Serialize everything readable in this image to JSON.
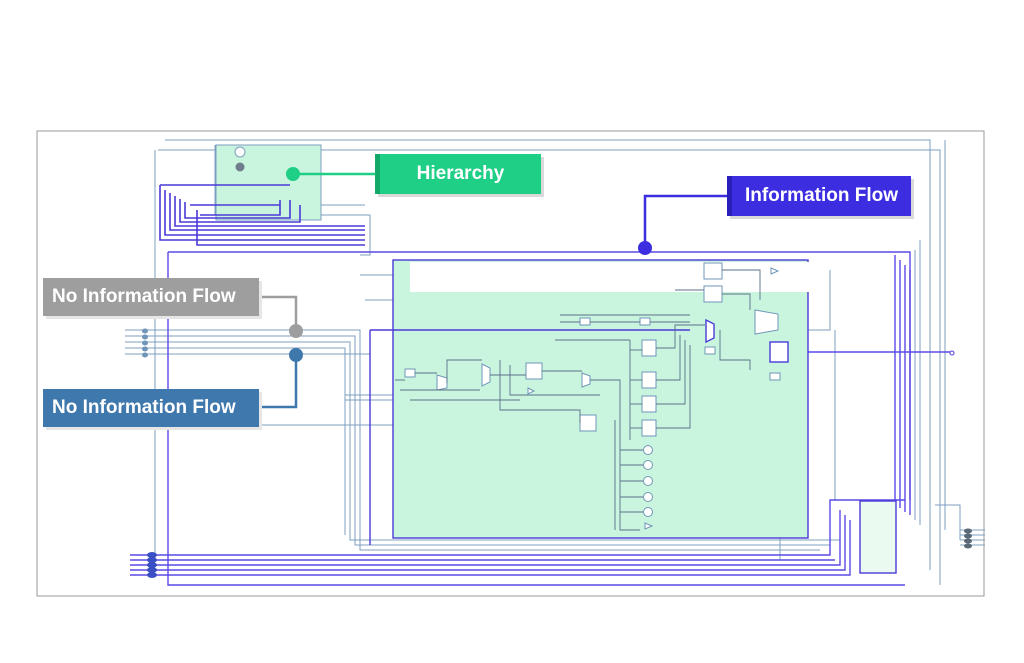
{
  "labels": {
    "hierarchy": "Hierarchy",
    "information_flow": "Information Flow",
    "no_information_flow_gray": "No Information Flow",
    "no_information_flow_blue": "No Information Flow"
  },
  "colors": {
    "hierarchy": "#1fcf86",
    "information_flow": "#3c2ee0",
    "no_information_flow_gray": "#9e9e9e",
    "no_information_flow_blue": "#3f78ad",
    "module_fill": "#c9f5df",
    "wire_light": "#6f95b8",
    "wire_dark": "#3b4fc4"
  }
}
